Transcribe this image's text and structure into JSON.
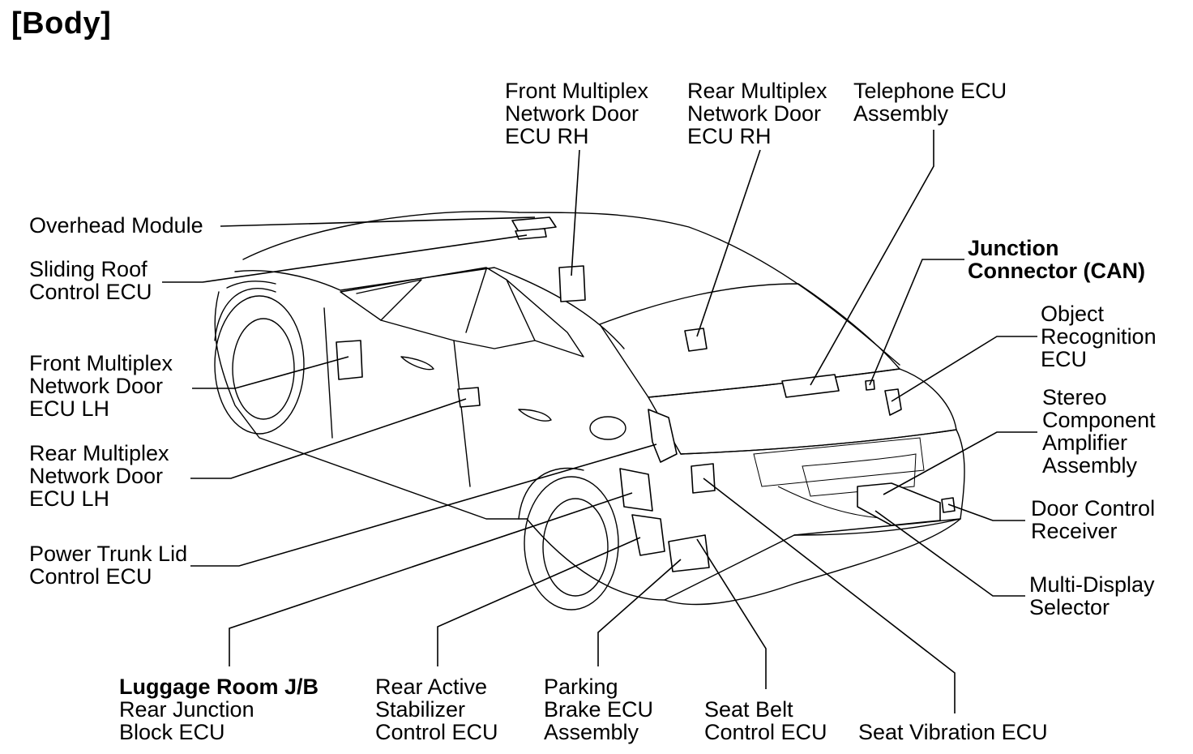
{
  "title": "[Body]",
  "labels": {
    "overhead_module": [
      "Overhead Module"
    ],
    "sliding_roof": [
      "Sliding Roof",
      "Control ECU"
    ],
    "front_door_lh": [
      "Front Multiplex",
      "Network Door",
      "ECU LH"
    ],
    "rear_door_lh": [
      "Rear Multiplex",
      "Network Door",
      "ECU LH"
    ],
    "power_trunk": [
      "Power Trunk Lid",
      "Control ECU"
    ],
    "luggage_room_jb_title": "Luggage Room J/B",
    "luggage_room_jb": [
      "Rear Junction",
      "Block ECU"
    ],
    "rear_active_stabilizer": [
      "Rear Active",
      "Stabilizer",
      "Control ECU"
    ],
    "parking_brake": [
      "Parking",
      "Brake ECU",
      "Assembly"
    ],
    "seat_belt": [
      "Seat Belt",
      "Control ECU"
    ],
    "seat_vibration": [
      "Seat Vibration ECU"
    ],
    "front_door_rh": [
      "Front Multiplex",
      "Network Door",
      "ECU RH"
    ],
    "rear_door_rh": [
      "Rear Multiplex",
      "Network Door",
      "ECU RH"
    ],
    "telephone_ecu": [
      "Telephone ECU",
      "Assembly"
    ],
    "junction_connector": [
      "Junction",
      "Connector (CAN)"
    ],
    "object_recognition": [
      "Object",
      "Recognition",
      "ECU"
    ],
    "stereo_amplifier": [
      "Stereo",
      "Component",
      "Amplifier",
      "Assembly"
    ],
    "door_control_receiver": [
      "Door Control",
      "Receiver"
    ],
    "multi_display": [
      "Multi-Display",
      "Selector"
    ]
  }
}
